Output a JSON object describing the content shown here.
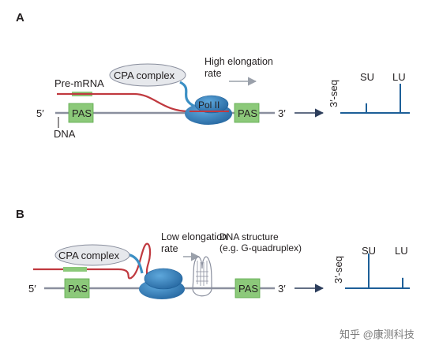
{
  "panel_a": {
    "letter": "A",
    "pre_mrna": "Pre-mRNA",
    "five_prime": "5′",
    "three_prime": "3′",
    "dna": "DNA",
    "pas_upstream": "PAS",
    "pas_downstream": "PAS",
    "cpa_complex": "CPA complex",
    "pol_ii": "Pol II",
    "rate_line1": "High elongation",
    "rate_line2": "rate",
    "seq_axis_label": "3′-seq",
    "su": "SU",
    "lu": "LU",
    "su_level": 0.33,
    "lu_level": 1.0
  },
  "panel_b": {
    "letter": "B",
    "five_prime": "5′",
    "three_prime": "3′",
    "pas_upstream": "PAS",
    "pas_downstream": "PAS",
    "cpa_complex": "CPA complex",
    "rate_line1": "Low elongation",
    "rate_line2": "rate",
    "structure_line1": "DNA structure",
    "structure_line2": "(e.g. G-quadruplex)",
    "seq_axis_label": "3′-seq",
    "su": "SU",
    "lu": "LU",
    "su_level": 1.0,
    "lu_level": 0.3
  },
  "watermark": "知乎 @康测科技",
  "colors": {
    "rna": "#c0393f",
    "dna": "#8a8f9e",
    "pas_fill": "#8cc97a",
    "pas_border": "#5aa84a",
    "pre_mrna_bar": "#8cc97a",
    "pol_ii": "#2e7ab8",
    "cpa_fill": "#e6e8ec",
    "cpa_stalk": "#3b8fc4",
    "arrow": "#9aa0aa",
    "seq_blue": "#1d5f98",
    "dark_arrow": "#2d3e5c"
  }
}
